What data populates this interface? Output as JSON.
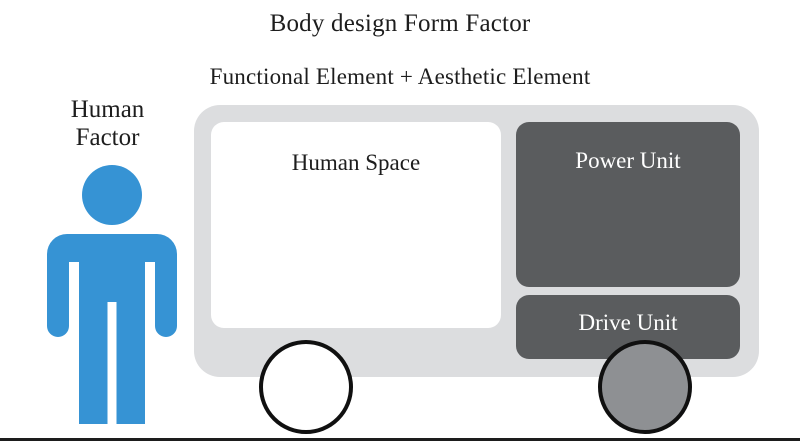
{
  "diagram": {
    "title": "Body design Form Factor",
    "subtitle": "Functional Element + Aesthetic Element",
    "human_factor": {
      "label_line1": "Human",
      "label_line2": "Factor",
      "icon": "person-pictogram-icon",
      "color": "#3693d4"
    },
    "vehicle": {
      "body_color": "#dcdddf",
      "compartments": [
        {
          "id": "human-space",
          "label": "Human Space",
          "fill": "#ffffff",
          "text_color": "#1d1d1d"
        },
        {
          "id": "power-unit",
          "label": "Power Unit",
          "fill": "#5a5c5e",
          "text_color": "#ffffff"
        },
        {
          "id": "drive-unit",
          "label": "Drive Unit",
          "fill": "#5a5c5e",
          "text_color": "#ffffff"
        }
      ],
      "wheels": [
        {
          "id": "front-wheel",
          "fill": "#ffffff",
          "stroke": "#101010"
        },
        {
          "id": "rear-wheel",
          "fill": "#8e9093",
          "stroke": "#101010"
        }
      ]
    }
  }
}
